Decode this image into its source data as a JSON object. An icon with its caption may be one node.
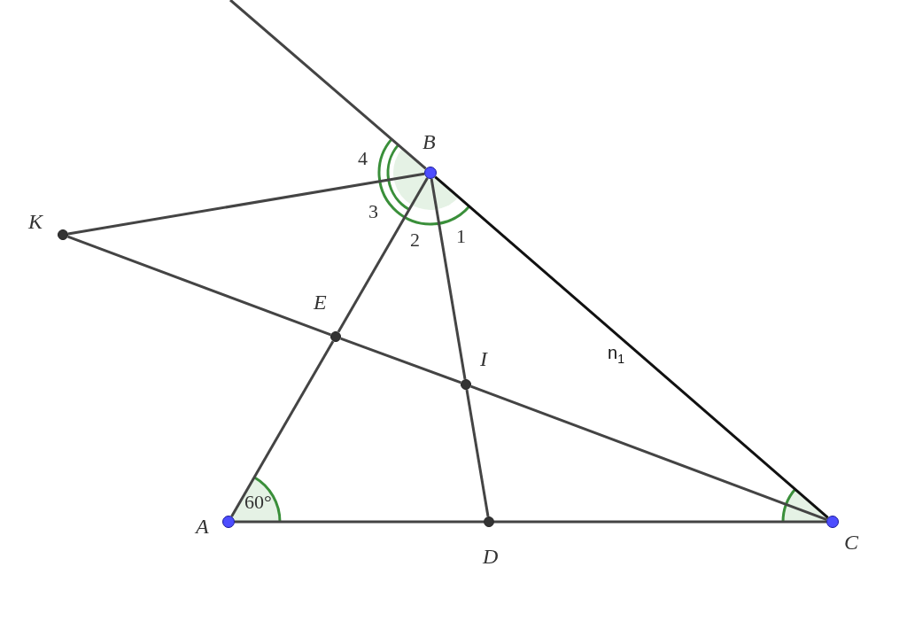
{
  "diagram": {
    "nodes": [
      {
        "text": [
          "B"
        ]
      },
      {
        "text": [
          "K"
        ]
      },
      {
        "text": [
          "E"
        ]
      },
      {
        "text": [
          "I"
        ]
      },
      {
        "text": [
          "A"
        ]
      },
      {
        "text": [
          "D"
        ]
      },
      {
        "text": [
          "C"
        ]
      }
    ],
    "edges": [
      {
        "from": 0,
        "to": null,
        "arrow": "none"
      },
      {
        "from": 0,
        "to": 1,
        "arrow": "none"
      },
      {
        "from": 1,
        "to": 2,
        "arrow": "none"
      },
      {
        "from": 2,
        "to": 3,
        "arrow": "none"
      },
      {
        "from": 3,
        "to": 6,
        "arrow": "none"
      },
      {
        "from": 4,
        "to": 2,
        "arrow": "none"
      },
      {
        "from": 2,
        "to": 0,
        "arrow": "none"
      },
      {
        "from": 0,
        "to": 3,
        "arrow": "none"
      },
      {
        "from": 3,
        "to": 5,
        "arrow": "none"
      },
      {
        "from": 4,
        "to": 5,
        "arrow": "none"
      },
      {
        "from": 5,
        "to": 6,
        "arrow": "none"
      },
      {
        "from": 0,
        "to": 6,
        "arrow": "none",
        "label": "n$_{1}$",
        "color": "#111111"
      }
    ],
    "labels": [
      "4",
      "3",
      "2",
      "1",
      "60°"
    ]
  }
}
